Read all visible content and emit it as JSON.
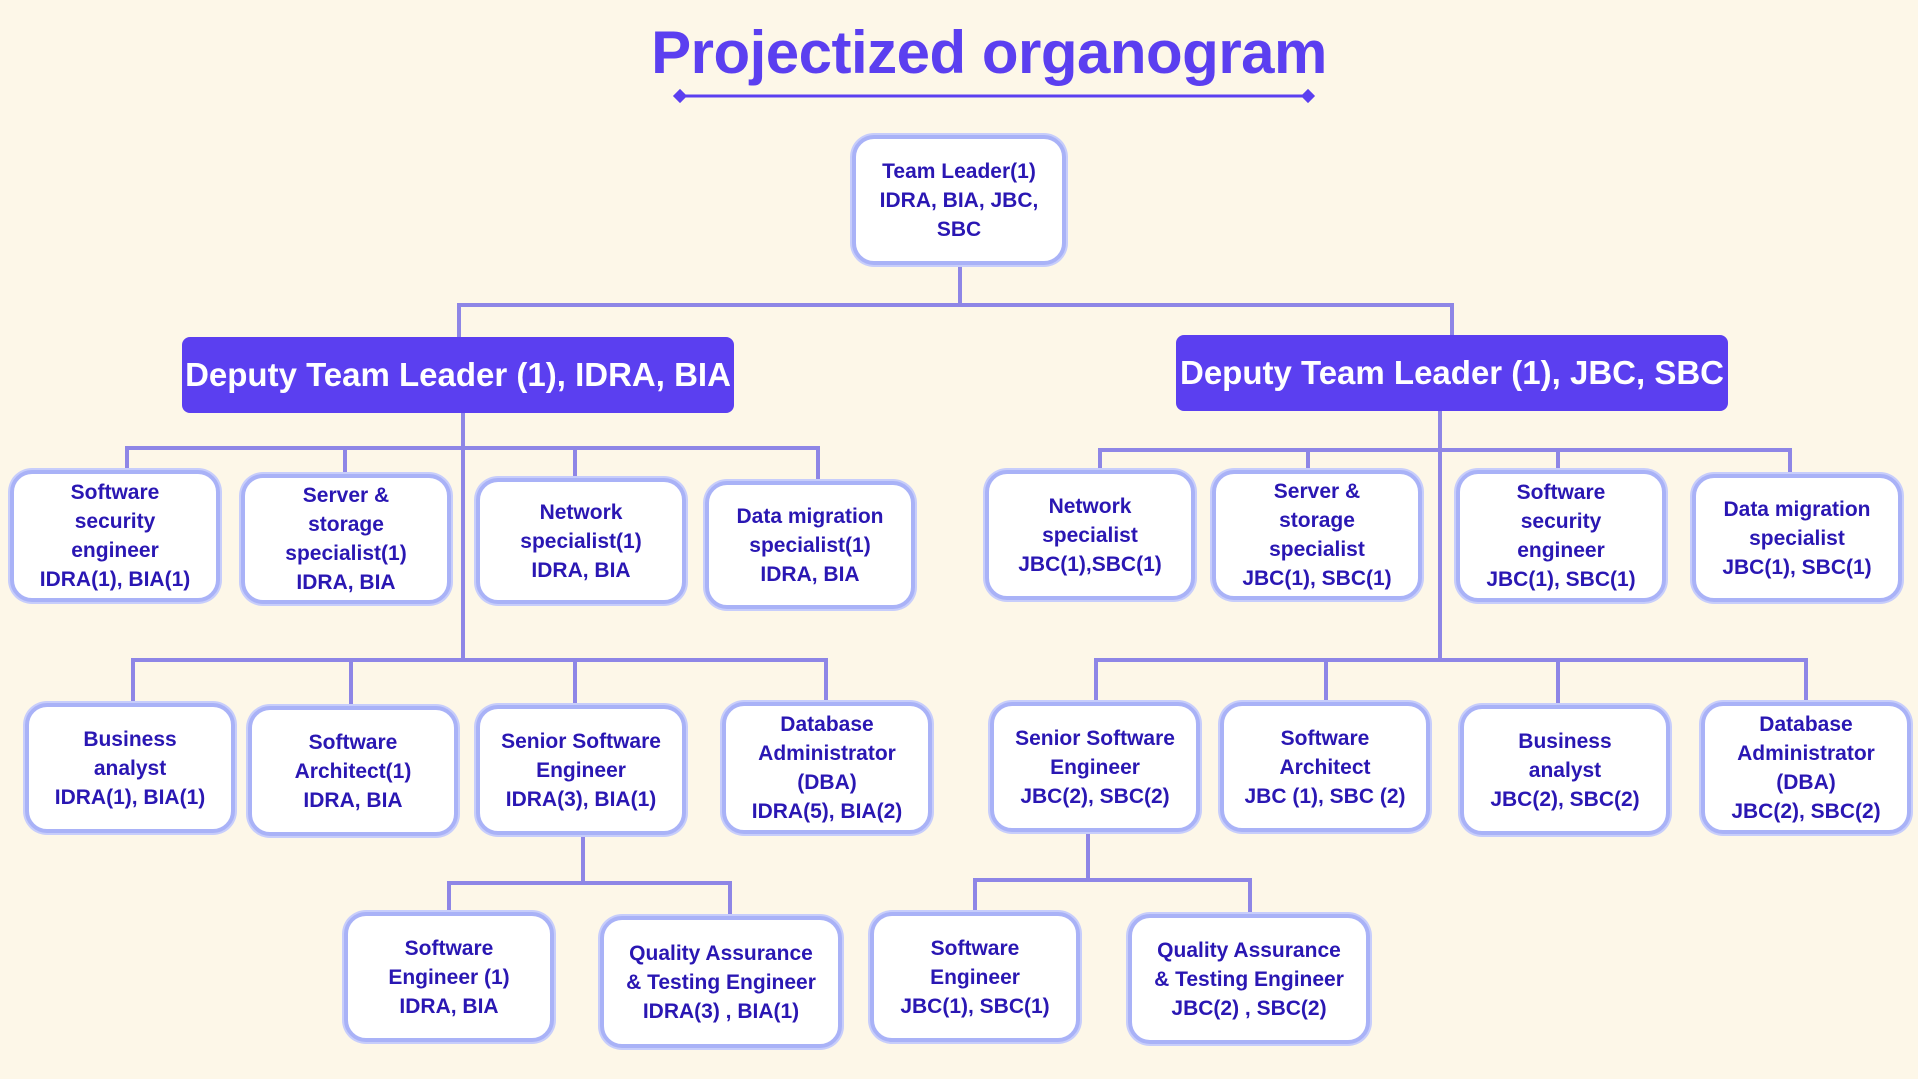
{
  "title": "Projectized organogram",
  "colors": {
    "background": "#fdf7e8",
    "accent": "#5b3ff0",
    "connector": "#8e86e6",
    "node_text": "#2a17b3",
    "node_border": "#a9b2f7"
  },
  "root": {
    "lines": [
      "Team Leader(1)",
      "IDRA, BIA, JBC,",
      "SBC"
    ]
  },
  "deputies": {
    "left": "Deputy Team Leader (1), IDRA, BIA",
    "right": "Deputy Team Leader (1), JBC, SBC"
  },
  "left": {
    "row1": [
      {
        "lines": [
          "Software",
          "security",
          "engineer",
          "IDRA(1), BIA(1)"
        ]
      },
      {
        "lines": [
          "Server &",
          "storage",
          "specialist(1)",
          "IDRA, BIA"
        ]
      },
      {
        "lines": [
          "Network",
          "specialist(1)",
          "IDRA, BIA"
        ]
      },
      {
        "lines": [
          "Data migration",
          "specialist(1)",
          "IDRA, BIA"
        ]
      }
    ],
    "row2": [
      {
        "lines": [
          "Business",
          "analyst",
          "IDRA(1), BIA(1)"
        ]
      },
      {
        "lines": [
          "Software",
          "Architect(1)",
          "IDRA, BIA"
        ]
      },
      {
        "lines": [
          "Senior Software",
          "Engineer",
          "IDRA(3), BIA(1)"
        ]
      },
      {
        "lines": [
          "Database",
          "Administrator",
          "(DBA)",
          "IDRA(5), BIA(2)"
        ]
      }
    ],
    "row3": [
      {
        "lines": [
          "Software",
          "Engineer (1)",
          "IDRA, BIA"
        ]
      },
      {
        "lines": [
          "Quality Assurance",
          "& Testing Engineer",
          "IDRA(3) , BIA(1)"
        ]
      }
    ]
  },
  "right": {
    "row1": [
      {
        "lines": [
          "Network",
          "specialist",
          "JBC(1),SBC(1)"
        ]
      },
      {
        "lines": [
          "Server &",
          "storage",
          "specialist",
          "JBC(1), SBC(1)"
        ]
      },
      {
        "lines": [
          "Software",
          "security",
          "engineer",
          "JBC(1), SBC(1)"
        ]
      },
      {
        "lines": [
          "Data migration",
          "specialist",
          "JBC(1), SBC(1)"
        ]
      }
    ],
    "row2": [
      {
        "lines": [
          "Senior Software",
          "Engineer",
          "JBC(2), SBC(2)"
        ]
      },
      {
        "lines": [
          "Software",
          "Architect",
          "JBC (1), SBC (2)"
        ]
      },
      {
        "lines": [
          "Business",
          "analyst",
          "JBC(2), SBC(2)"
        ]
      },
      {
        "lines": [
          "Database",
          "Administrator",
          "(DBA)",
          "JBC(2), SBC(2)"
        ]
      }
    ],
    "row3": [
      {
        "lines": [
          "Software",
          "Engineer",
          "JBC(1), SBC(1)"
        ]
      },
      {
        "lines": [
          "Quality Assurance",
          "& Testing Engineer",
          "JBC(2) , SBC(2)"
        ]
      }
    ]
  }
}
